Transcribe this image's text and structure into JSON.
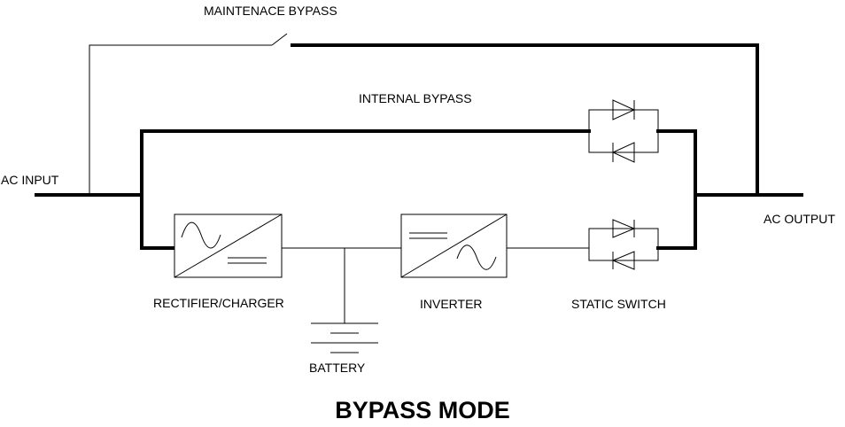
{
  "labels": {
    "maintenance_bypass": "MAINTENACE BYPASS",
    "internal_bypass": "INTERNAL BYPASS",
    "ac_input": "AC INPUT",
    "ac_output": "AC OUTPUT",
    "rectifier_charger": "RECTIFIER/CHARGER",
    "inverter": "INVERTER",
    "static_switch": "STATIC SWITCH",
    "battery": "BATTERY"
  },
  "title": "BYPASS MODE",
  "active_path": "internal-bypass"
}
